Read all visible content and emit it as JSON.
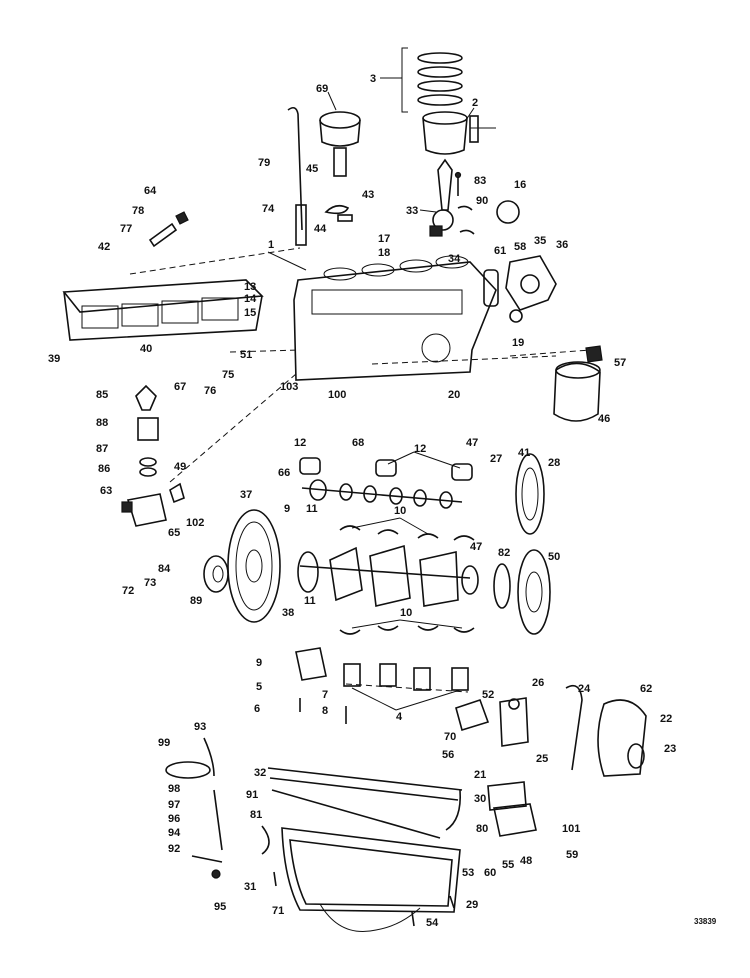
{
  "figure": {
    "reference_number": "33839"
  },
  "labels": {
    "l1": "1",
    "l2": "2",
    "l3": "3",
    "l4": "4",
    "l5": "5",
    "l6": "6",
    "l7": "7",
    "l8": "8",
    "l9": "9",
    "l10": "10",
    "l11": "11",
    "l12": "12",
    "l13": "13",
    "l14": "14",
    "l15": "15",
    "l16": "16",
    "l17": "17",
    "l18": "18",
    "l19": "19",
    "l20": "20",
    "l21": "21",
    "l22": "22",
    "l23": "23",
    "l24": "24",
    "l25": "25",
    "l26": "26",
    "l27": "27",
    "l28": "28",
    "l29": "29",
    "l30": "30",
    "l31": "31",
    "l32": "32",
    "l33": "33",
    "l34": "34",
    "l35": "35",
    "l36": "36",
    "l37": "37",
    "l38": "38",
    "l39": "39",
    "l40": "40",
    "l41": "41",
    "l42": "42",
    "l43": "43",
    "l44": "44",
    "l45": "45",
    "l46": "46",
    "l47": "47",
    "l48": "48",
    "l49": "49",
    "l50": "50",
    "l51": "51",
    "l52": "52",
    "l53": "53",
    "l54": "54",
    "l55": "55",
    "l56": "56",
    "l57": "57",
    "l58": "58",
    "l59": "59",
    "l60": "60",
    "l61": "61",
    "l62": "62",
    "l63": "63",
    "l64": "64",
    "l65": "65",
    "l66": "66",
    "l67": "67",
    "l68": "68",
    "l69": "69",
    "l70": "70",
    "l71": "71",
    "l72": "72",
    "l73": "73",
    "l74": "74",
    "l75": "75",
    "l76": "76",
    "l77": "77",
    "l78": "78",
    "l79": "79",
    "l80": "80",
    "l81": "81",
    "l82": "82",
    "l83": "83",
    "l84": "84",
    "l85": "85",
    "l86": "86",
    "l87": "87",
    "l88": "88",
    "l89": "89",
    "l90": "90",
    "l91": "91",
    "l92": "92",
    "l93": "93",
    "l94": "94",
    "l95": "95",
    "l96": "96",
    "l97": "97",
    "l98": "98",
    "l99": "99",
    "l100": "100",
    "l101": "101",
    "l102": "102",
    "l103": "103"
  }
}
